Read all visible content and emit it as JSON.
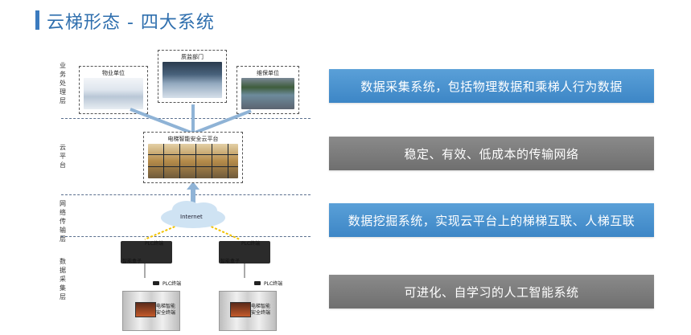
{
  "title": "云梯形态 - 四大系统",
  "diagram": {
    "layers": {
      "business": "业务处理层",
      "cloud": "云平台",
      "network": "网络传输层",
      "collection": "数据采集层"
    },
    "boxes": {
      "property": "物业单位",
      "supervision": "质监部门",
      "rescue": "维保单位",
      "platform": "电梯智能安全云平台"
    },
    "internet": "Internet",
    "plc_terminal": "PLC终端",
    "smart_box": "智能盒子",
    "elevator_terminal": "电梯智能安全终端"
  },
  "systems": [
    {
      "label": "数据采集系统，包括物理数据和乘梯人行为数据",
      "color": "#4a93d0"
    },
    {
      "label": "稳定、有效、低成本的传输网络",
      "color": "#7d7d7d"
    },
    {
      "label": "数据挖掘系统，实现云平台上的梯梯互联、人梯互联",
      "color": "#4a93d0"
    },
    {
      "label": "可进化、自学习的人工智能系统",
      "color": "#7d7d7d"
    }
  ]
}
